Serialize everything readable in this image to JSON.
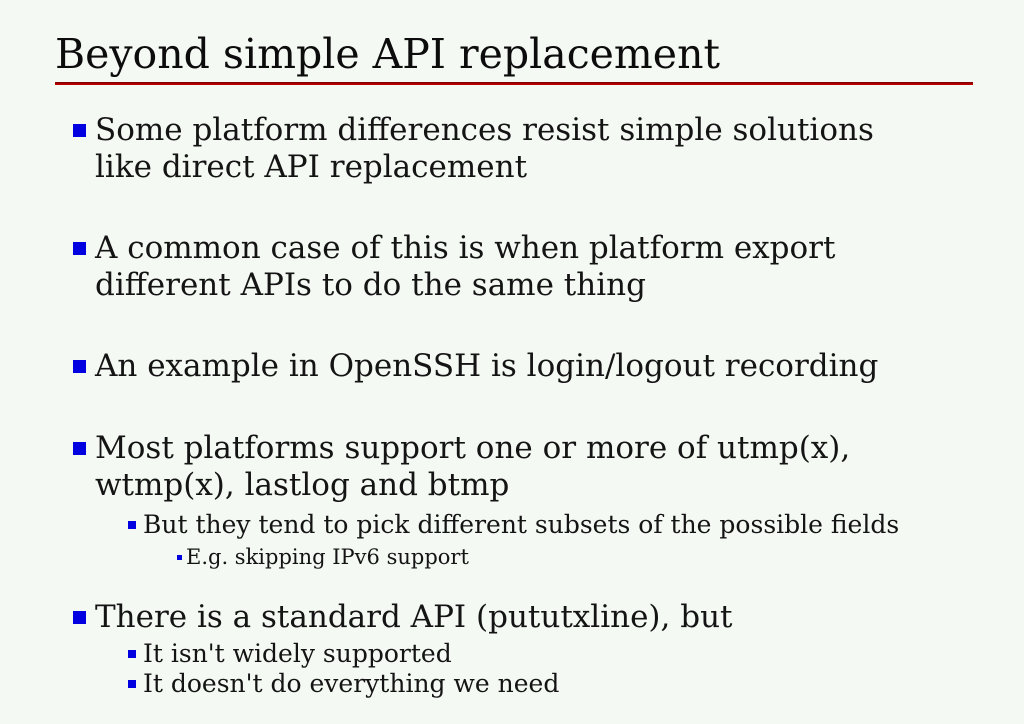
{
  "slide": {
    "title": "Beyond simple API replacement",
    "accent_line_color": "#b00000",
    "bullet_square_color": "#0000e0",
    "background_color": "#f4f9f3",
    "bullets": [
      {
        "level": 1,
        "text": "Some platform differences resist simple solutions\nlike direct API replacement"
      },
      {
        "level": 1,
        "text": "A common case of this is when platform export\ndifferent APIs to do the same thing"
      },
      {
        "level": 1,
        "text": "An example in OpenSSH is login/logout recording"
      },
      {
        "level": 1,
        "text": "Most platforms support one or more of utmp(x),\nwtmp(x), lastlog and btmp"
      },
      {
        "level": 2,
        "text": "But they tend to pick different subsets of the possible fields"
      },
      {
        "level": 3,
        "text": "E.g. skipping IPv6 support"
      },
      {
        "level": 1,
        "text": "There is a standard API (pututxline), but"
      },
      {
        "level": 2,
        "text": "It isn't widely supported"
      },
      {
        "level": 2,
        "text": "It doesn't do everything we need"
      }
    ]
  }
}
